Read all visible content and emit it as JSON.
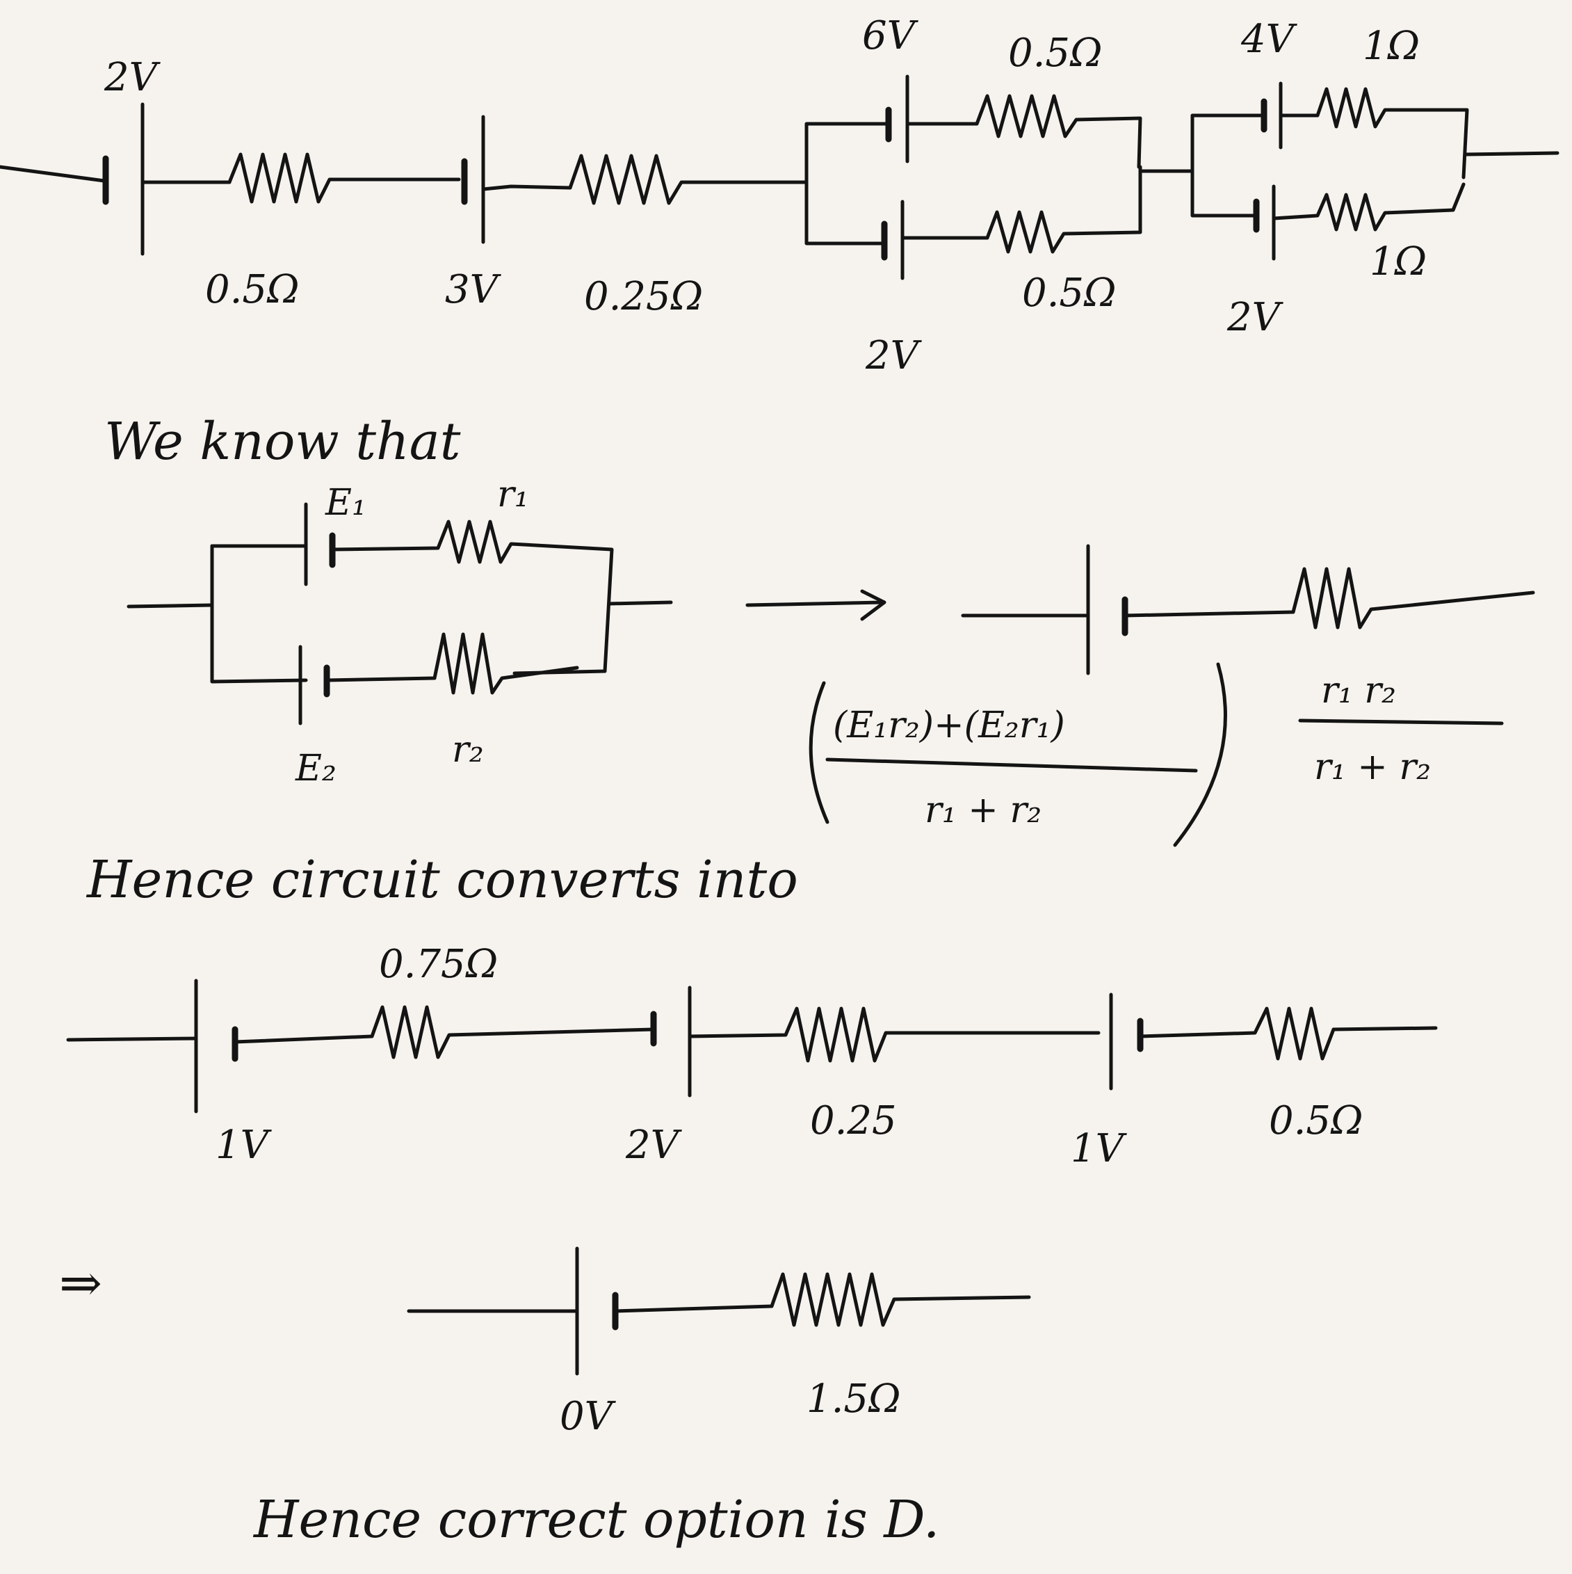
{
  "circuit1": {
    "cell_1_emf": "2V",
    "resistor_1": "0.5Ω",
    "cell_2_emf": "3V",
    "resistor_2": "0.25Ω",
    "parallel_a_top_emf": "6V",
    "parallel_a_top_r": "0.5Ω",
    "parallel_a_bottom_emf": "2V",
    "parallel_a_bottom_r": "0.5Ω",
    "parallel_b_top_emf": "4V",
    "parallel_b_top_r": "1Ω",
    "parallel_b_bottom_emf": "2V",
    "parallel_b_bottom_r": "1Ω"
  },
  "text": {
    "we_know_that": "We know that",
    "hence_circuit": "Hence circuit converts into",
    "implies": "⇒",
    "conclusion": "Hence correct option is D."
  },
  "formula": {
    "e1": "E₁",
    "r1": "r₁",
    "e2": "E₂",
    "r2": "r₂",
    "eq_emf_num": "(E₁r₂)+(E₂r₁)",
    "eq_emf_den": "r₁ + r₂",
    "eq_r_num": "r₁ r₂",
    "eq_r_den": "r₁ + r₂"
  },
  "circuit2": {
    "cell_1_emf": "1V",
    "resistor_1": "0.75Ω",
    "cell_2_emf": "2V",
    "resistor_2": "0.25",
    "cell_3_emf": "1V",
    "resistor_3": "0.5Ω"
  },
  "circuit3": {
    "cell_emf": "0V",
    "resistor": "1.5Ω"
  }
}
